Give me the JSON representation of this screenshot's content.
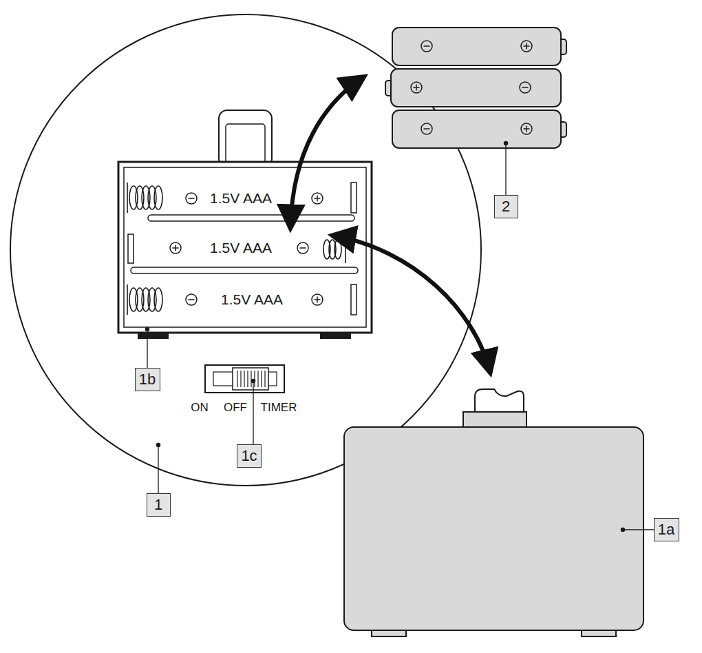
{
  "diagram": {
    "nodes": [
      {
        "text": [
          "2"
        ]
      },
      {
        "text": [
          "1b"
        ]
      },
      {
        "text": [
          "1c"
        ]
      },
      {
        "text": [
          "1"
        ]
      },
      {
        "text": [
          "1a"
        ]
      }
    ],
    "labels": [
      "1.5V AAA",
      "1.5V AAA",
      "1.5V AAA",
      "ON",
      "OFF",
      "TIMER"
    ]
  }
}
